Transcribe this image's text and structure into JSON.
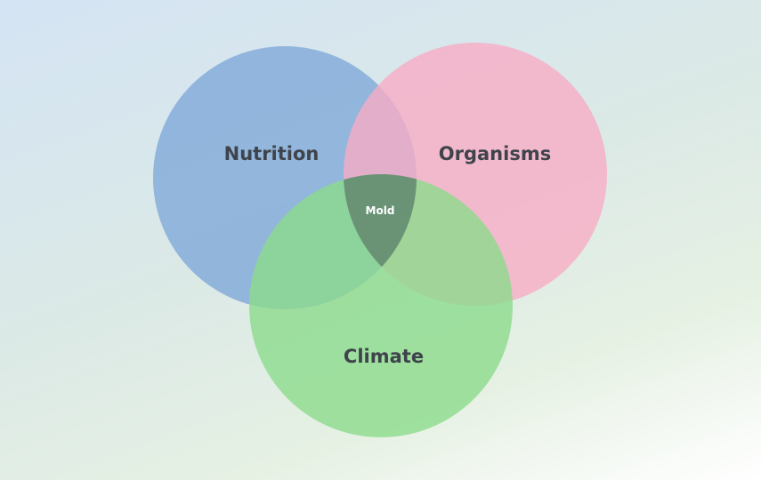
{
  "diagram": {
    "type": "venn-3",
    "sets": [
      {
        "id": "nutrition",
        "label": "Nutrition",
        "color": "#7fa9d8"
      },
      {
        "id": "organisms",
        "label": "Organisms",
        "color": "#f7adc5"
      },
      {
        "id": "climate",
        "label": "Climate",
        "color": "#8cdb8c"
      }
    ],
    "intersection": {
      "sets": [
        "nutrition",
        "organisms",
        "climate"
      ],
      "label": "Mold"
    }
  }
}
